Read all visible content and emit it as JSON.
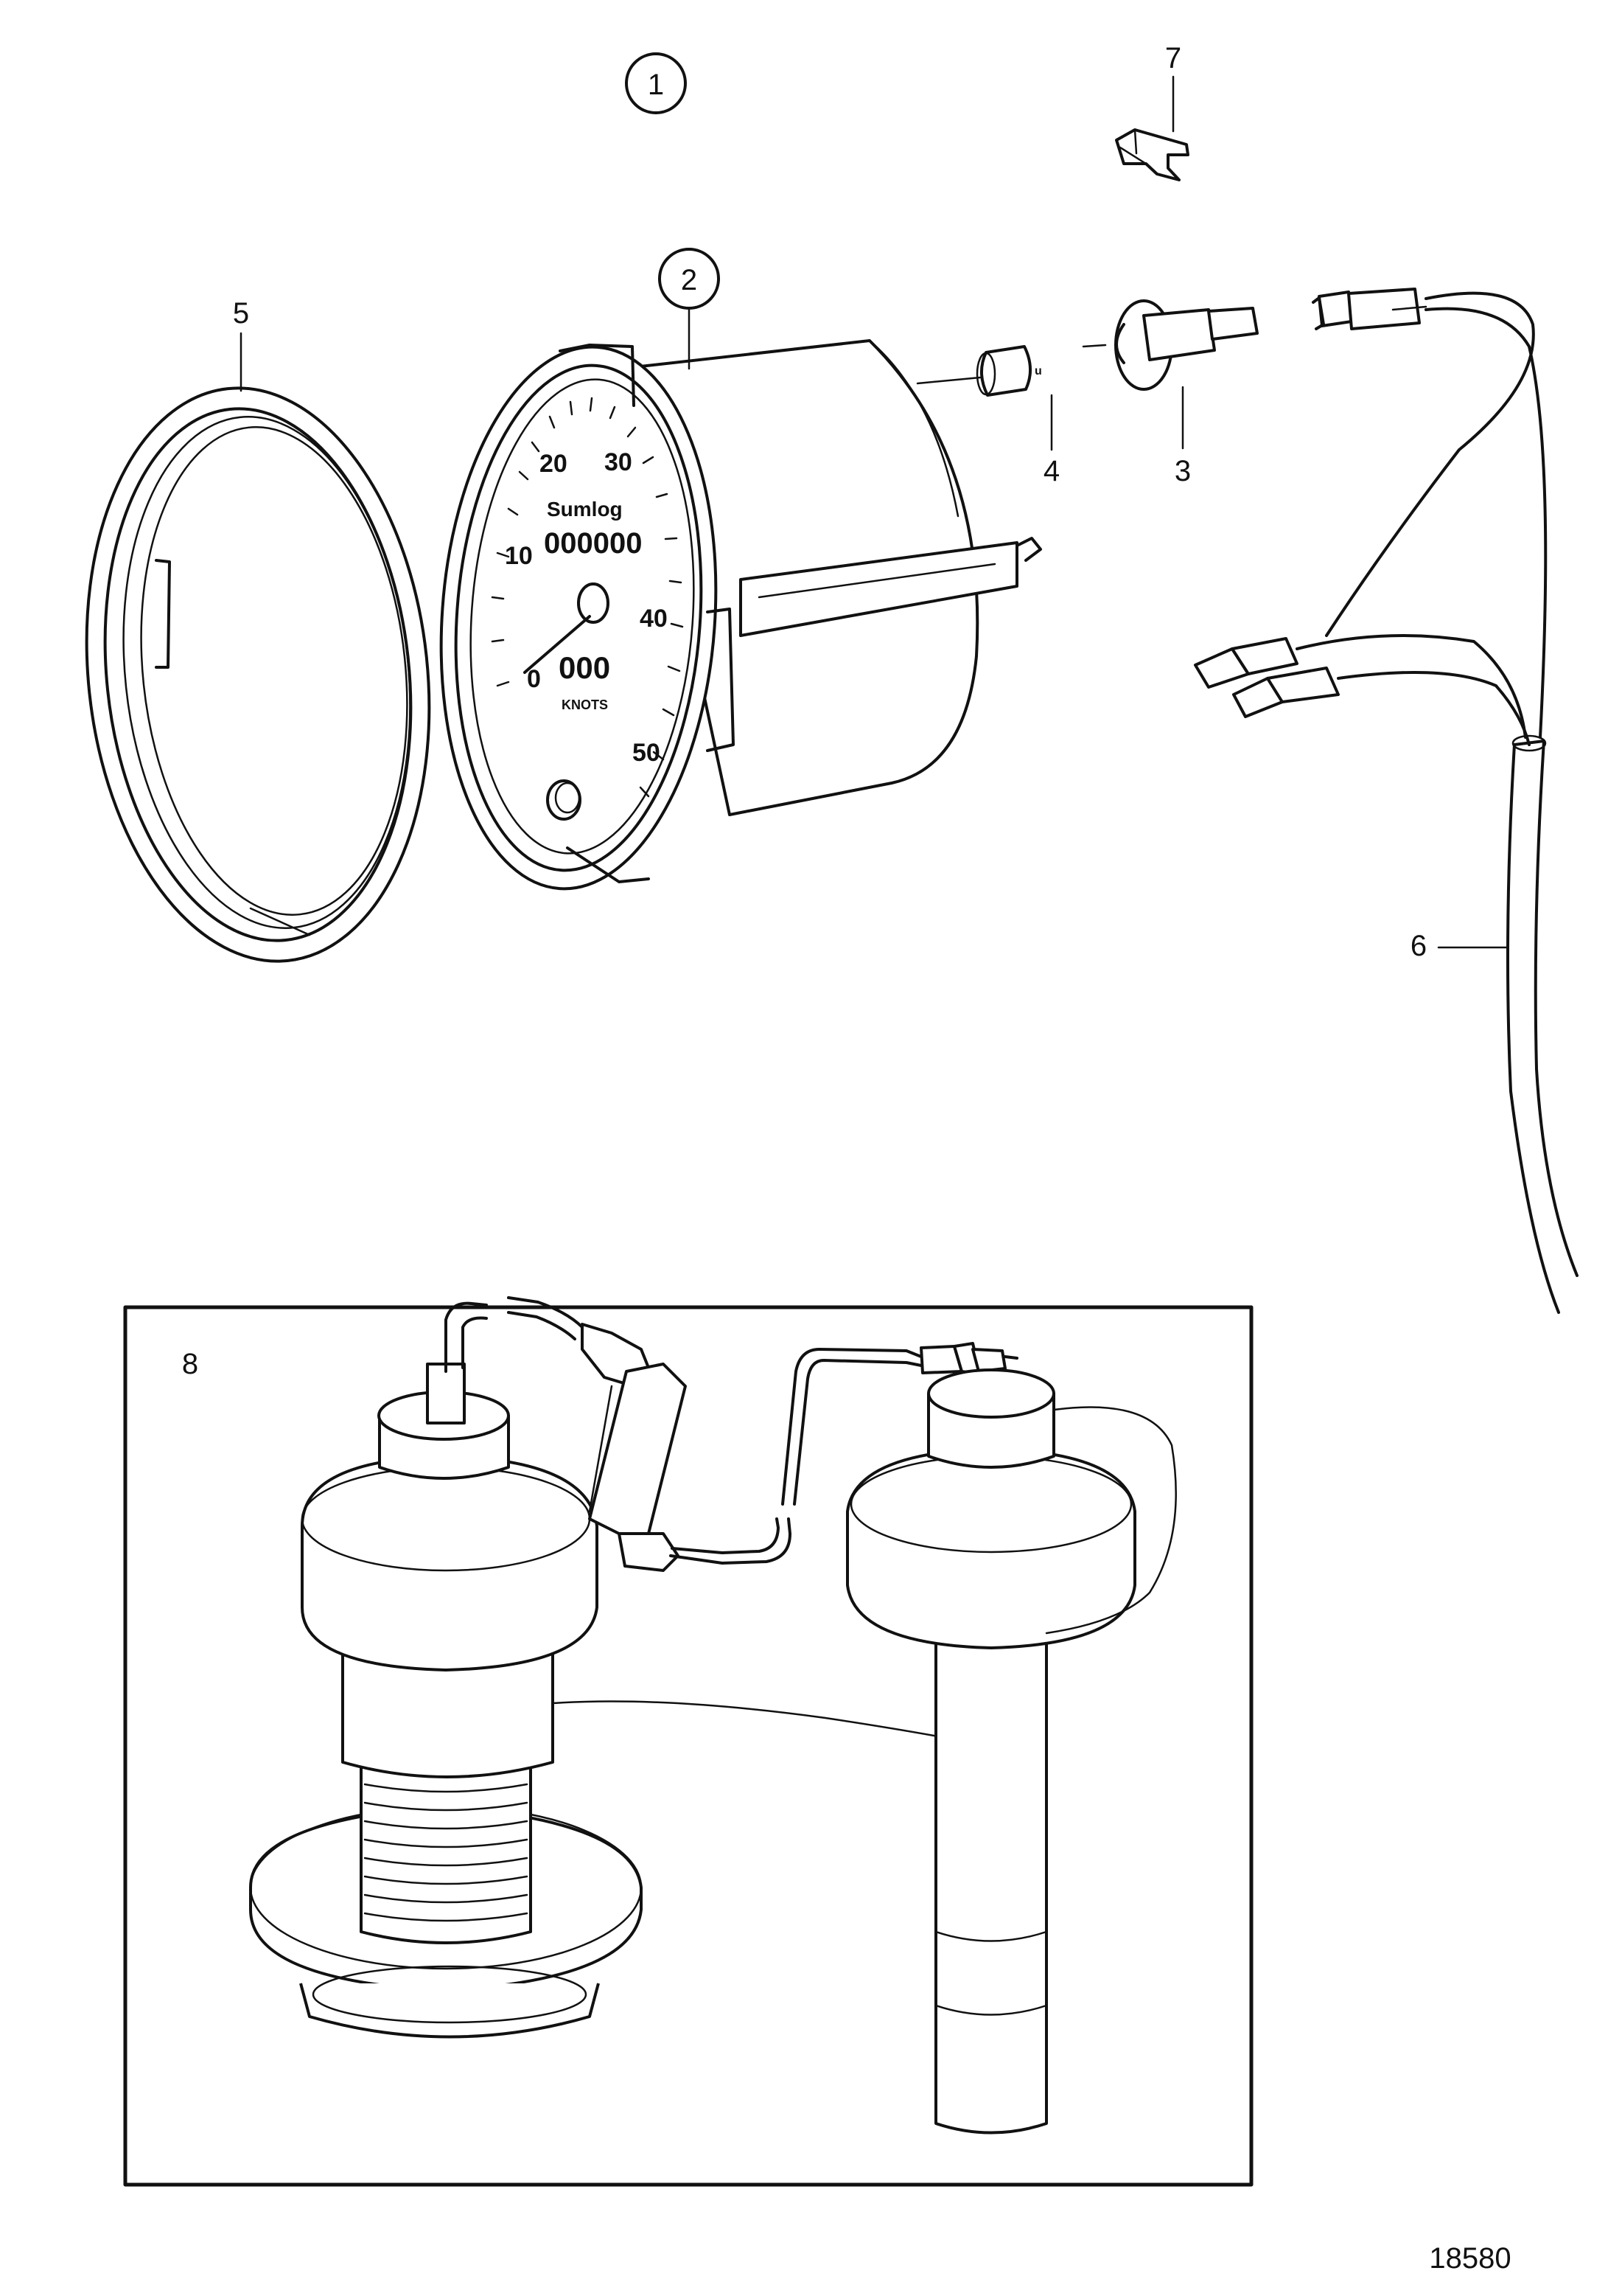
{
  "callouts": {
    "c1": "1",
    "c2": "2",
    "c3": "3",
    "c4": "4",
    "c5": "5",
    "c6": "6",
    "c7": "7",
    "c8": "8"
  },
  "gauge": {
    "scale_0": "0",
    "scale_10": "10",
    "scale_20": "20",
    "scale_30": "30",
    "scale_40": "40",
    "scale_50": "50",
    "brand": "Sumlog",
    "odometer": "000000",
    "trip": "000",
    "unit": "KNOTS"
  },
  "drawing_number": "18580"
}
